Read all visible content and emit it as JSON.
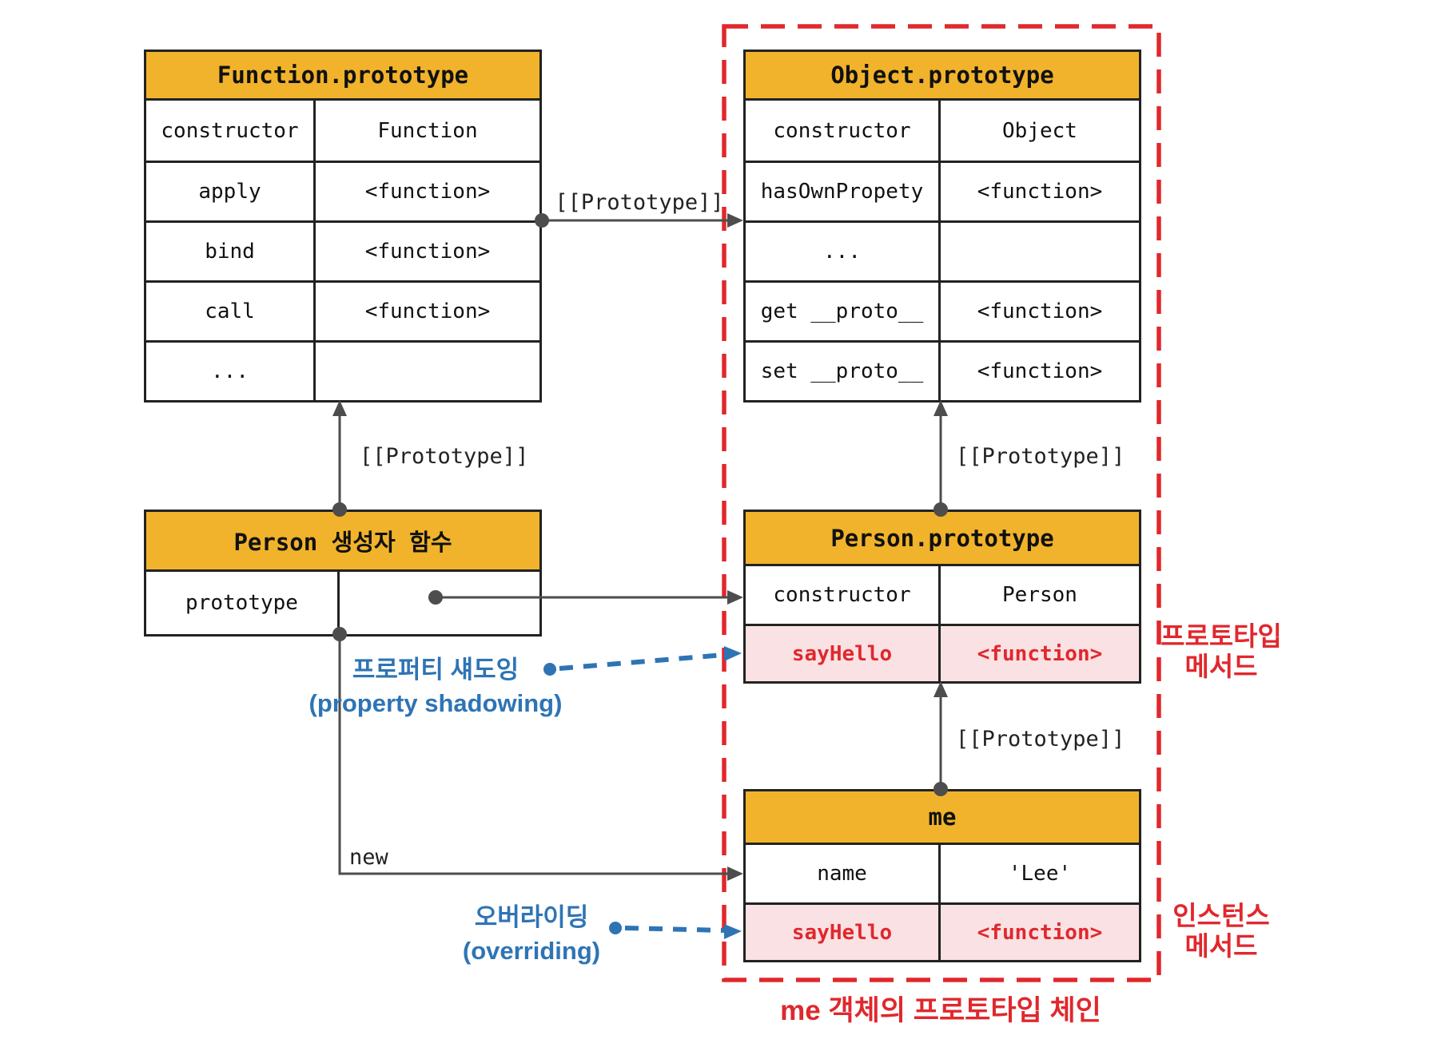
{
  "colors": {
    "header_yellow": "#F1B32B",
    "table_border": "#222222",
    "pink_row_bg": "#FAE1E3",
    "red_accent": "#E0282D",
    "blue_annotation": "#2E74B5",
    "arrow_gray": "#4D4D4D"
  },
  "tables": {
    "function_prototype": {
      "title": "Function.prototype",
      "rows": [
        {
          "key": "constructor",
          "value": "Function"
        },
        {
          "key": "apply",
          "value": "<function>"
        },
        {
          "key": "bind",
          "value": "<function>"
        },
        {
          "key": "call",
          "value": "<function>"
        },
        {
          "key": "...",
          "value": ""
        }
      ]
    },
    "object_prototype": {
      "title": "Object.prototype",
      "rows": [
        {
          "key": "constructor",
          "value": "Object"
        },
        {
          "key": "hasOwnPropety",
          "value": "<function>"
        },
        {
          "key": "...",
          "value": ""
        },
        {
          "key": "get __proto__",
          "value": "<function>"
        },
        {
          "key": "set __proto__",
          "value": "<function>"
        }
      ]
    },
    "person_constructor": {
      "title": "Person 생성자 함수",
      "rows": [
        {
          "key": "prototype",
          "value": ""
        }
      ]
    },
    "person_prototype": {
      "title": "Person.prototype",
      "rows": [
        {
          "key": "constructor",
          "value": "Person"
        },
        {
          "key": "sayHello",
          "value": "<function>"
        }
      ]
    },
    "me": {
      "title": "me",
      "rows": [
        {
          "key": "name",
          "value": "'Lee'"
        },
        {
          "key": "sayHello",
          "value": "<function>"
        }
      ]
    }
  },
  "labels": {
    "prototype_link_top": "[[Prototype]]",
    "prototype_link_left": "[[Prototype]]",
    "prototype_link_right_upper": "[[Prototype]]",
    "prototype_link_right_lower": "[[Prototype]]",
    "new_keyword": "new",
    "property_shadowing_ko": "프로퍼티 섀도잉",
    "property_shadowing_en": "(property shadowing)",
    "overriding_ko": "오버라이딩",
    "overriding_en": "(overriding)",
    "prototype_method_line1": "프로토타입",
    "prototype_method_line2": "메서드",
    "instance_method_line1": "인스턴스",
    "instance_method_line2": "메서드",
    "chain_caption": "me 객체의 프로토타입 체인"
  }
}
